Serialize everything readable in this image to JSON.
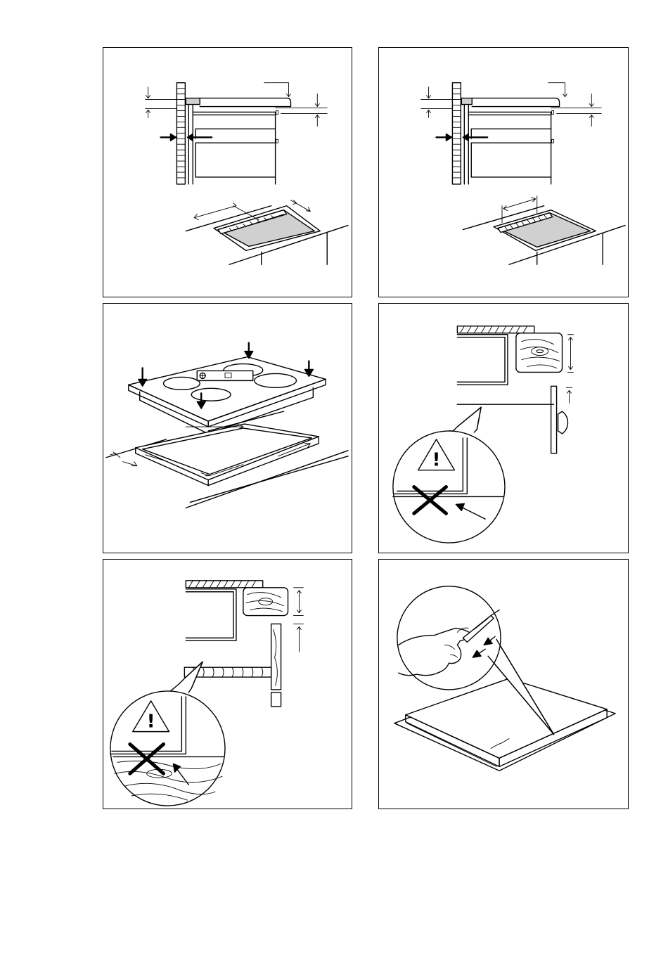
{
  "page": {
    "panels": [
      {
        "id": "cutout-dimensions-front-wall"
      },
      {
        "id": "cutout-dimensions-rear-wall"
      },
      {
        "id": "hob-placement-on-seal"
      },
      {
        "id": "drawer-clearance-warning"
      },
      {
        "id": "shelf-clearance-warning"
      },
      {
        "id": "seal-removal-knife"
      }
    ],
    "warning_symbol": "!",
    "colors": {
      "line": "#000000",
      "shade": "#d0d0d0",
      "background": "#ffffff"
    },
    "icons": [
      "warning-triangle-icon",
      "prohibited-x-icon",
      "arrow-icon",
      "brick-wall-icon",
      "wood-grain-icon",
      "hand-icon",
      "knife-icon"
    ]
  }
}
